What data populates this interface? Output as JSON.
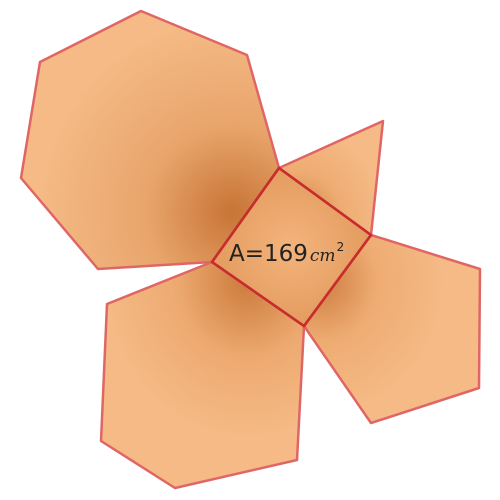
{
  "area_label": {
    "text": "A=169",
    "unit": "cm",
    "exponent": "2"
  },
  "colors": {
    "fill": "#F3B47C",
    "shade": "#C87436",
    "outline": "#C72D2D",
    "outline_outer": "#E06666"
  }
}
